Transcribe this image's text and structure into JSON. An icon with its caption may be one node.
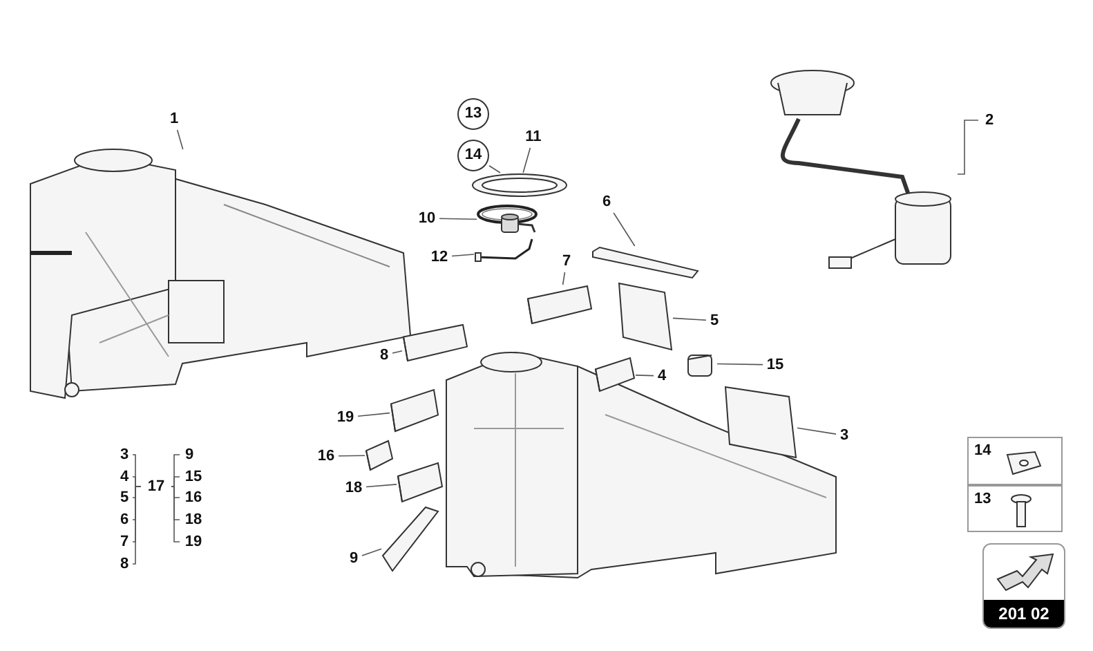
{
  "diagram": {
    "nodes": [
      {
        "text": [
          "1"
        ]
      },
      {
        "text": [],
        "shape": "picture"
      },
      {
        "text": [
          "2"
        ]
      },
      {
        "text": [],
        "shape": "picture"
      },
      {
        "text": [
          "13"
        ]
      },
      {
        "text": [
          "14"
        ]
      },
      {
        "text": [
          "11"
        ]
      },
      {
        "text": [],
        "shape": "picture"
      },
      {
        "text": [
          "10"
        ]
      },
      {
        "text": [],
        "shape": "picture"
      },
      {
        "text": [
          "12"
        ]
      },
      {
        "text": [],
        "shape": "picture"
      },
      {
        "text": [
          "6"
        ]
      },
      {
        "text": [],
        "shape": "picture"
      },
      {
        "text": [
          "7"
        ]
      },
      {
        "text": [],
        "shape": "picture"
      },
      {
        "text": [
          "5"
        ]
      },
      {
        "text": [],
        "shape": "picture"
      },
      {
        "text": [
          "8"
        ]
      },
      {
        "text": [],
        "shape": "picture"
      },
      {
        "text": [
          "4"
        ]
      },
      {
        "text": [],
        "shape": "picture"
      },
      {
        "text": [
          "15"
        ]
      },
      {
        "text": [],
        "shape": "picture"
      },
      {
        "text": [
          "3"
        ]
      },
      {
        "text": [],
        "shape": "picture"
      },
      {
        "text": [
          "19"
        ]
      },
      {
        "text": [],
        "shape": "picture"
      },
      {
        "text": [
          "16"
        ]
      },
      {
        "text": [],
        "shape": "picture"
      },
      {
        "text": [
          "18"
        ]
      },
      {
        "text": [],
        "shape": "picture"
      },
      {
        "text": [
          "9"
        ]
      },
      {
        "text": [],
        "shape": "picture"
      },
      {
        "text": [],
        "shape": "picture"
      },
      {
        "text": [
          "17"
        ]
      },
      {
        "text": [
          "3"
        ]
      },
      {
        "text": [
          "4"
        ]
      },
      {
        "text": [
          "5"
        ]
      },
      {
        "text": [
          "6"
        ]
      },
      {
        "text": [
          "7"
        ]
      },
      {
        "text": [
          "8"
        ]
      },
      {
        "text": [
          "9"
        ]
      },
      {
        "text": [
          "15"
        ]
      },
      {
        "text": [
          "16"
        ]
      },
      {
        "text": [
          "18"
        ]
      },
      {
        "text": [
          "19"
        ]
      },
      {
        "text": [
          "14"
        ]
      },
      {
        "text": [
          "13"
        ]
      }
    ],
    "edges": [
      {
        "from": 0,
        "to": 1,
        "arrow": "none"
      },
      {
        "from": 2,
        "to": 3,
        "arrow": "none"
      },
      {
        "from": 6,
        "to": 7,
        "arrow": "none"
      },
      {
        "from": 5,
        "to": 7,
        "arrow": "none"
      },
      {
        "from": 8,
        "to": 9,
        "arrow": "none"
      },
      {
        "from": 10,
        "to": 11,
        "arrow": "none"
      },
      {
        "from": 12,
        "to": 13,
        "arrow": "none"
      },
      {
        "from": 14,
        "to": 15,
        "arrow": "none"
      },
      {
        "from": 16,
        "to": 17,
        "arrow": "none"
      },
      {
        "from": 18,
        "to": 19,
        "arrow": "none"
      },
      {
        "from": 20,
        "to": 21,
        "arrow": "none"
      },
      {
        "from": 22,
        "to": 23,
        "arrow": "none"
      },
      {
        "from": 24,
        "to": 25,
        "arrow": "none"
      },
      {
        "from": 26,
        "to": 27,
        "arrow": "none"
      },
      {
        "from": 28,
        "to": 29,
        "arrow": "none"
      },
      {
        "from": 30,
        "to": 31,
        "arrow": "none"
      },
      {
        "from": 32,
        "to": 33,
        "arrow": "none"
      },
      {
        "from": 35,
        "to": 36,
        "arrow": "none"
      },
      {
        "from": 35,
        "to": 37,
        "arrow": "none"
      },
      {
        "from": 35,
        "to": 38,
        "arrow": "none"
      },
      {
        "from": 35,
        "to": 39,
        "arrow": "none"
      },
      {
        "from": 35,
        "to": 40,
        "arrow": "none"
      },
      {
        "from": 35,
        "to": 41,
        "arrow": "none"
      },
      {
        "from": 35,
        "to": 42,
        "arrow": "none"
      },
      {
        "from": 35,
        "to": 43,
        "arrow": "none"
      },
      {
        "from": 35,
        "to": 44,
        "arrow": "none"
      },
      {
        "from": 35,
        "to": 45,
        "arrow": "none"
      },
      {
        "from": 35,
        "to": 46,
        "arrow": "none"
      }
    ],
    "labels": [
      "201 02"
    ]
  }
}
